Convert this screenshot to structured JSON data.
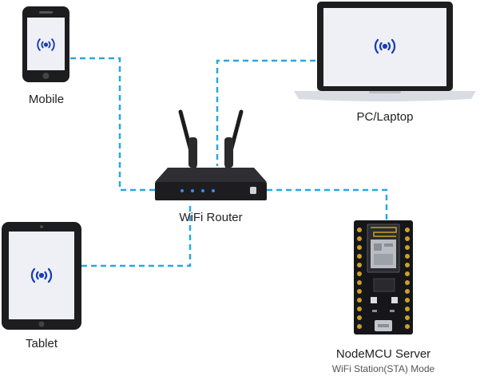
{
  "devices": {
    "mobile": {
      "label": "Mobile",
      "icon": "wifi-signal-icon"
    },
    "laptop": {
      "label": "PC/Laptop",
      "icon": "wifi-signal-icon"
    },
    "router": {
      "label": "WiFi Router"
    },
    "tablet": {
      "label": "Tablet",
      "icon": "wifi-signal-icon"
    },
    "nodemcu": {
      "label": "NodeMCU Server",
      "sublabel": "WiFi Station(STA) Mode"
    }
  },
  "connections": [
    {
      "from": "mobile",
      "to": "router"
    },
    {
      "from": "laptop",
      "to": "router"
    },
    {
      "from": "tablet",
      "to": "router"
    },
    {
      "from": "router",
      "to": "nodemcu"
    }
  ],
  "colors": {
    "link": "#29a8df",
    "device_body": "#1d1d1f",
    "screen": "#eef0f6",
    "signal": "#1a3fb4",
    "router_leds": "#3a8bff",
    "laptop_base": "#d9dde3"
  }
}
